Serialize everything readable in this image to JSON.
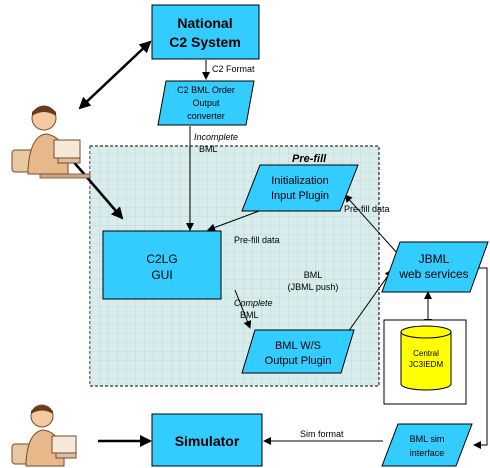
{
  "nodes": {
    "national_c2": {
      "lines": [
        "National",
        "C2 System"
      ]
    },
    "c2_bml_converter": {
      "lines": [
        "C2 BML Order",
        "Output",
        "converter"
      ]
    },
    "init_plugin": {
      "lines": [
        "Initialization",
        "Input Plugin"
      ]
    },
    "c2lg_gui": {
      "lines": [
        "C2LG",
        "GUI"
      ]
    },
    "bml_ws_plugin": {
      "lines": [
        "BML W/S",
        "Output Plugin"
      ]
    },
    "jbml_ws": {
      "lines": [
        "JBML",
        "web services"
      ]
    },
    "central_db": {
      "lines": [
        "Central",
        "JC3IEDM"
      ]
    },
    "simulator": {
      "lines": [
        "Simulator"
      ]
    },
    "bml_sim_interface": {
      "lines": [
        "BML sim",
        "interface"
      ]
    }
  },
  "region_label": "Pre-fill",
  "edge_labels": {
    "c2_format": "C2 Format",
    "incomplete": [
      "Incomplete",
      "BML"
    ],
    "prefill_data_right": "Pre-fill data",
    "prefill_data_left": "Pre-fill data",
    "bml_jbml_push": [
      "BML",
      "(JBML push)"
    ],
    "complete": [
      "Complete",
      "BML"
    ],
    "sim_format": "Sim format"
  },
  "actors": [
    "person-at-computer",
    "person-at-computer"
  ],
  "colors": {
    "box_fill": "#33ccff",
    "region_fill": "#d8ecec",
    "grid": "#a8cccc",
    "db_fill": "#ffff00",
    "line": "#000000"
  }
}
